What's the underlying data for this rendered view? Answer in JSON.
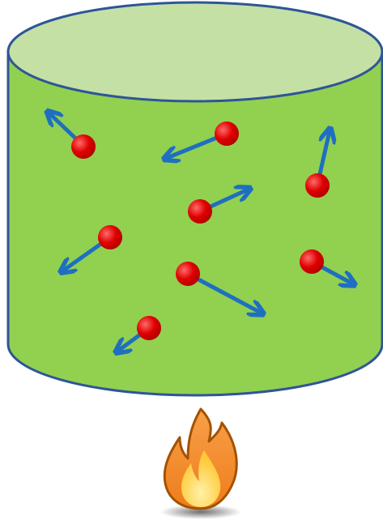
{
  "diagram": {
    "colors": {
      "cylinder_body": "#92d050",
      "cylinder_top": "#c5e0a5",
      "cylinder_outline": "#2e5597",
      "particle": "#e00000",
      "arrow": "#1f6fc0",
      "flame_outer": "#f07d1b",
      "flame_inner": "#ffd24a",
      "flame_outline": "#a35200",
      "flame_shadow": "#7f7f7f"
    },
    "particles": [
      {
        "id": "p1",
        "direction": "up-left"
      },
      {
        "id": "p2",
        "direction": "left"
      },
      {
        "id": "p3",
        "direction": "up"
      },
      {
        "id": "p4",
        "direction": "up-right"
      },
      {
        "id": "p5",
        "direction": "down-left"
      },
      {
        "id": "p6",
        "direction": "down-right"
      },
      {
        "id": "p7",
        "direction": "down-right"
      },
      {
        "id": "p8",
        "direction": "down-left"
      }
    ],
    "icons": [
      "flame-icon"
    ]
  }
}
